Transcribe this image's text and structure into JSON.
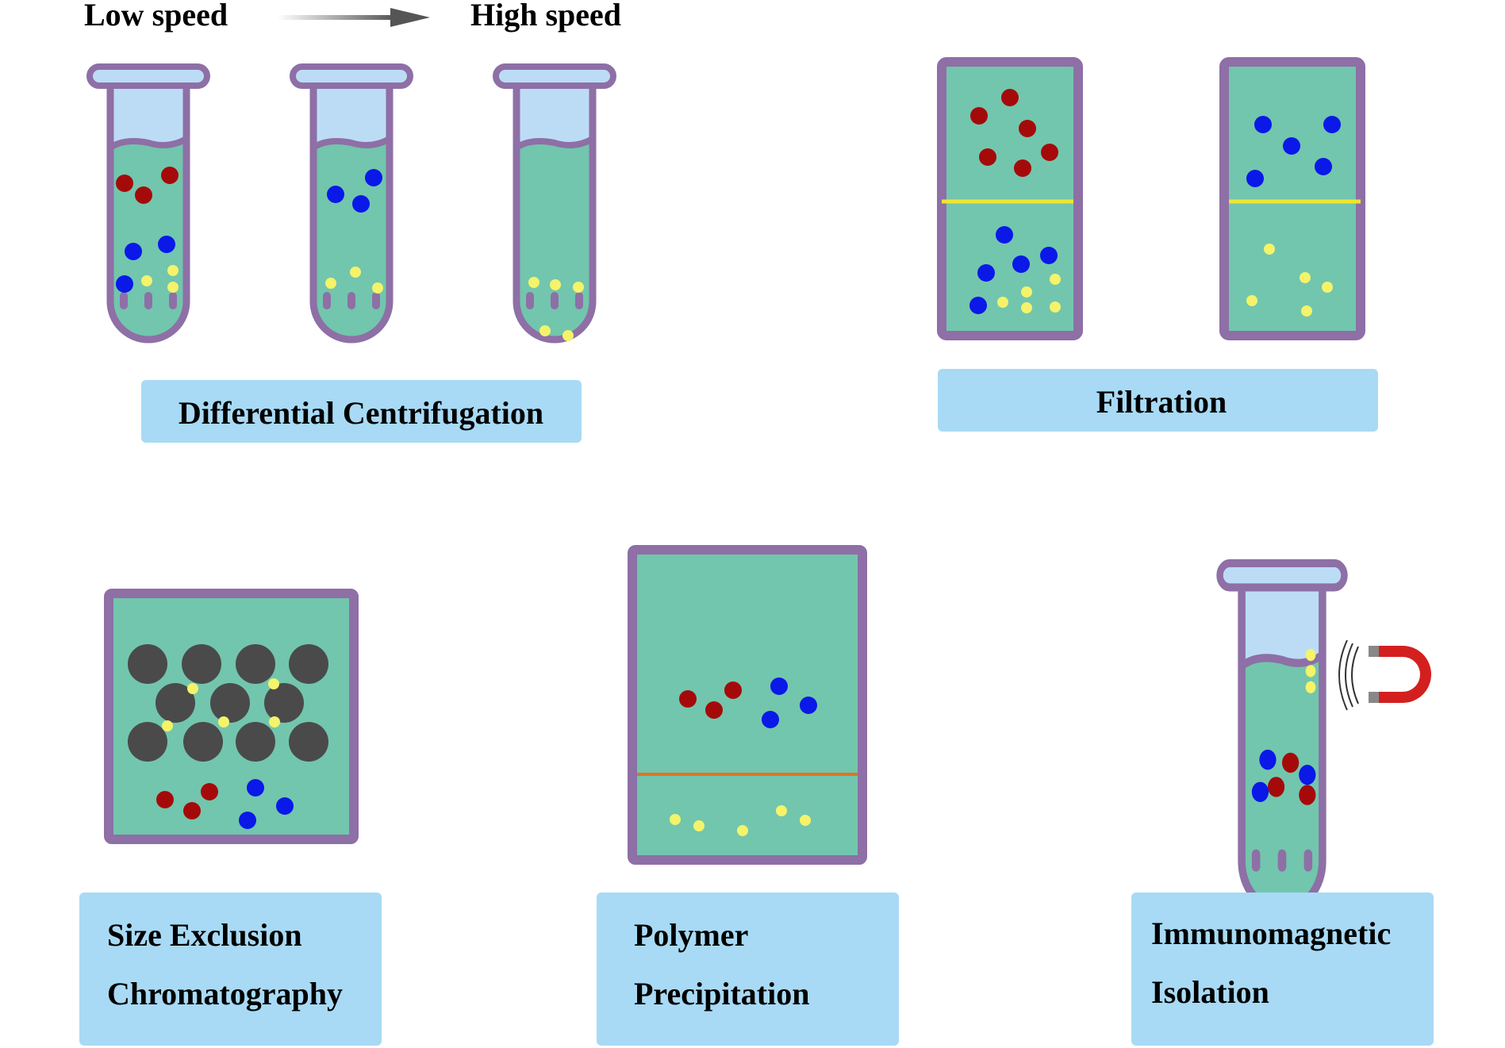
{
  "header": {
    "low_speed": "Low speed",
    "high_speed": "High speed"
  },
  "labels": {
    "differential_centrifugation": "Differential Centrifugation",
    "filtration": "Filtration",
    "size_exclusion_line1": "Size Exclusion",
    "size_exclusion_line2": "Chromatography",
    "polymer_line1": "Polymer",
    "polymer_line2": "Precipitation",
    "immuno_line1": "Immunomagnetic",
    "immuno_line2": "Isolation"
  },
  "colors": {
    "container_border": "#8e6fa6",
    "liquid": "#72c6ad",
    "air": "#bcdcf6",
    "label_box": "#a8daf5",
    "red_particle": "#a50a0a",
    "blue_particle": "#0a18e8",
    "yellow_particle": "#f4f36a",
    "bead": "#4a4a4a",
    "filter_membrane": "#f0e430",
    "precipitate_line": "#e2731e",
    "magnet_red": "#d41f1f",
    "magnet_tip": "#888888"
  },
  "icons": {
    "arrow": "arrow-right-icon",
    "magnet": "magnet-icon",
    "magnetic_field": "magnetic-field-icon"
  }
}
